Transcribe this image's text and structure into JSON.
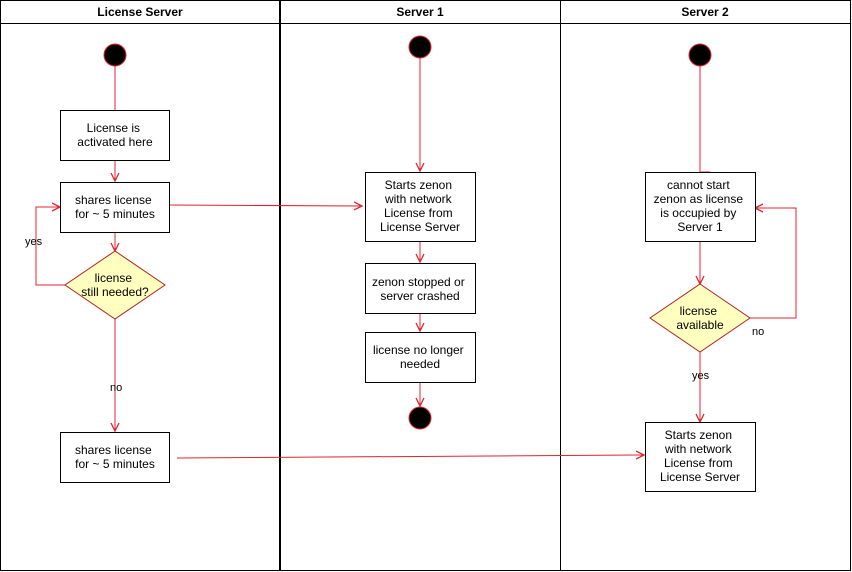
{
  "colors": {
    "edge": "#e0242f",
    "start_node_fill": "#000000",
    "start_node_stroke": "#e0242f",
    "decision_fill": "#ffffc0",
    "decision_stroke": "#b22222",
    "box_stroke": "#000000",
    "lane_border": "#000000"
  },
  "lanes": [
    {
      "title": "License Server"
    },
    {
      "title": "Server 1"
    },
    {
      "title": "Server 2"
    }
  ],
  "nodes": {
    "ls_activate": [
      "License is",
      "activated here"
    ],
    "ls_share1": [
      "shares license",
      "for ~ 5 minutes"
    ],
    "ls_decision": [
      "license",
      "still needed?"
    ],
    "ls_share2": [
      "shares license",
      "for ~ 5 minutes"
    ],
    "s1_start": [
      "Starts zenon",
      "with network",
      "License from",
      "License Server"
    ],
    "s1_stopped": [
      "zenon stopped or",
      "server crashed"
    ],
    "s1_nolonger": [
      "license no longer",
      "needed"
    ],
    "s2_cannot": [
      "cannot start",
      "zenon as license",
      "is occupied by",
      "Server 1"
    ],
    "s2_decision": [
      "license",
      "available"
    ],
    "s2_start": [
      "Starts zenon",
      "with network",
      "License from",
      "License Server"
    ]
  },
  "edge_labels": {
    "ls_yes": "yes",
    "ls_no": "no",
    "s2_no": "no",
    "s2_yes": "yes"
  }
}
